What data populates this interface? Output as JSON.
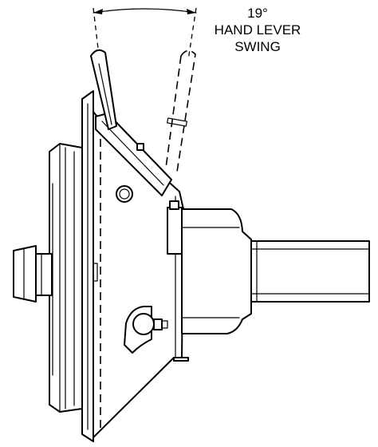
{
  "callout": {
    "angle": "19°",
    "line1": "HAND LEVER",
    "line2": "SWING"
  }
}
